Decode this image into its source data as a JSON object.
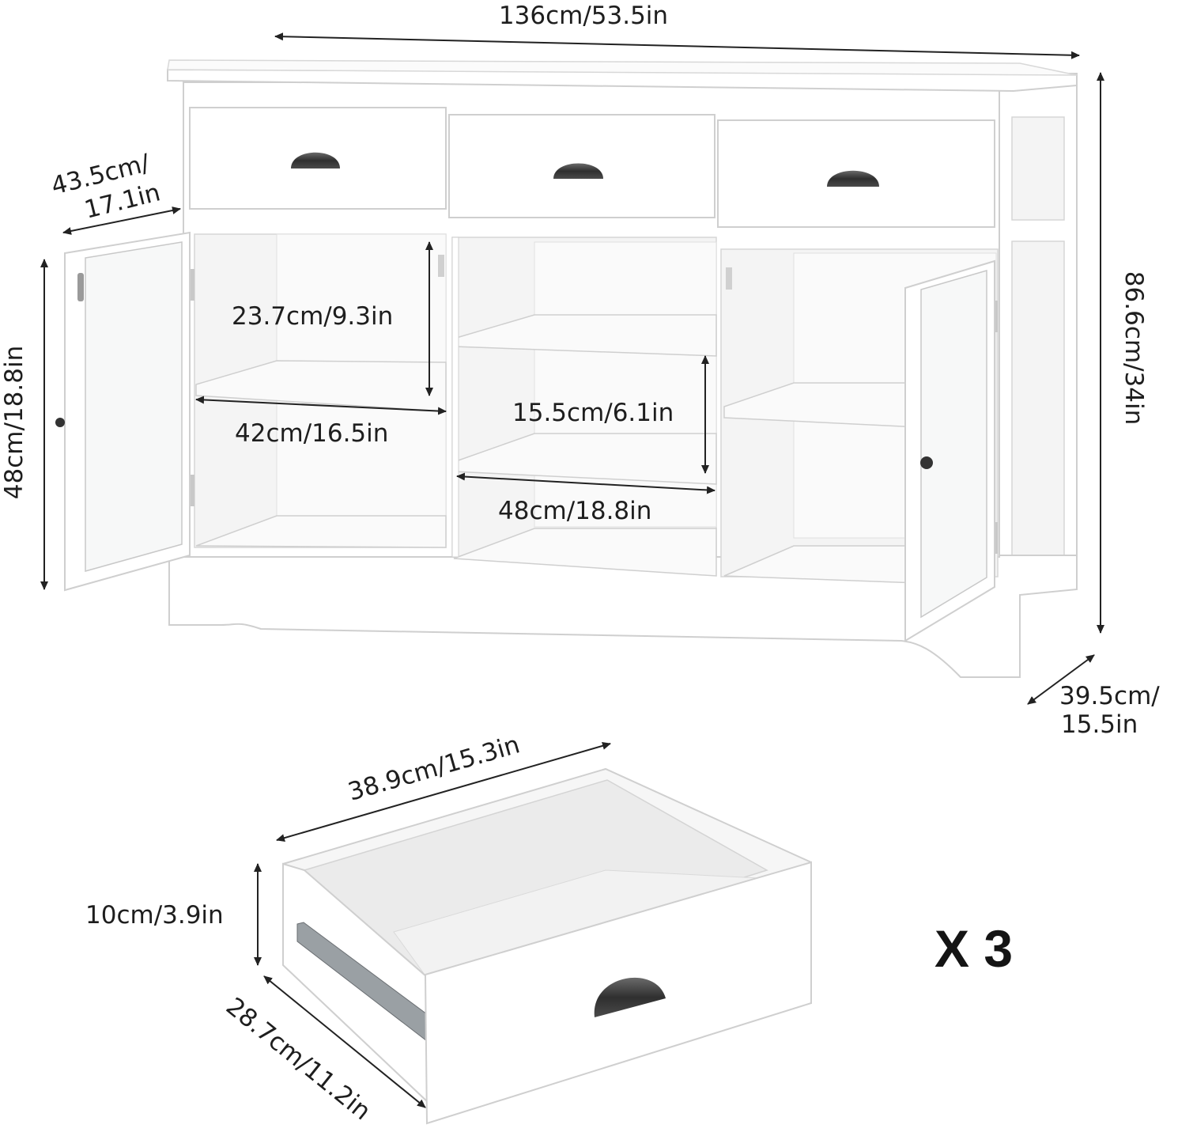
{
  "dimensions": {
    "total_width": "136cm/53.5in",
    "height": "86.6cm/34in",
    "depth": "39.5cm/",
    "depth_in": "15.5in",
    "side_width": "43.5cm/",
    "side_width_in": "17.1in",
    "door_height": "48cm/18.8in",
    "left_compartment_height": "23.7cm/9.3in",
    "left_compartment_width": "42cm/16.5in",
    "middle_compartment_height": "15.5cm/6.1in",
    "middle_compartment_width": "48cm/18.8in",
    "drawer_width": "38.9cm/15.3in",
    "drawer_height": "10cm/3.9in",
    "drawer_depth": "28.7cm/11.2in"
  },
  "drawer_quantity": "X 3",
  "colors": {
    "cabinet": "#ffffff",
    "outline": "#cfcfcf",
    "handle": "#3a3a3a",
    "text": "#1e1e1e"
  },
  "icons": [
    "cup-handle-icon",
    "knob-icon",
    "hinge-icon",
    "drawer-slide-icon"
  ]
}
